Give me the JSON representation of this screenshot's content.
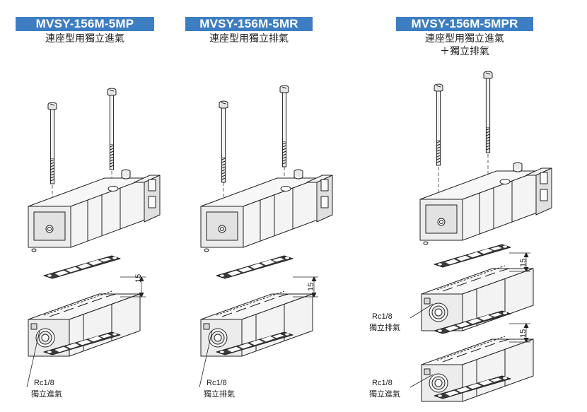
{
  "columns": [
    {
      "model": "MVSY-156M-5MP",
      "line1": "連座型用獨立進氣",
      "line2": ""
    },
    {
      "model": "MVSY-156M-5MR",
      "line1": "連座型用獨立排氣",
      "line2": ""
    },
    {
      "model": "MVSY-156M-5MPR",
      "line1": "連座型用獨立進氣",
      "line2": "＋獨立排氣"
    }
  ],
  "dimension": "15",
  "port": {
    "size": "Rc1/8",
    "inlet": "獨立進氣",
    "exhaust": "獨立排氣"
  },
  "colors": {
    "badge": "#3d7ec3",
    "line": "#222222",
    "fill_light": "#f4f4f4",
    "fill_mid": "#dcdcdc"
  }
}
